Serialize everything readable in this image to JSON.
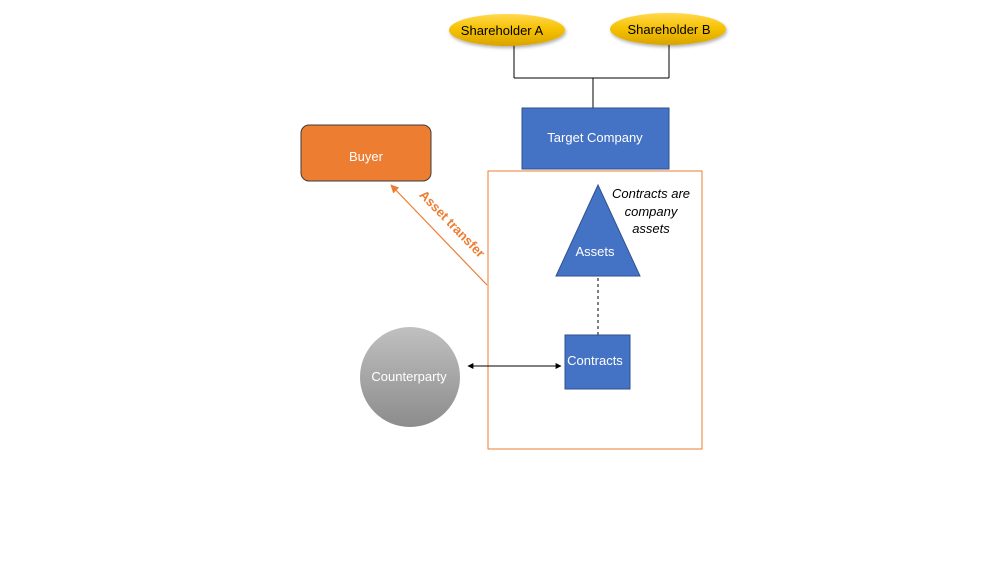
{
  "nodes": {
    "shareholder_a": "Shareholder A",
    "shareholder_b": "Shareholder B",
    "target_company": "Target Company",
    "buyer": "Buyer",
    "assets": "Assets",
    "contracts": "Contracts",
    "counterparty": "Counterparty"
  },
  "annotations": {
    "contracts_note": [
      "Contracts are",
      "company",
      "assets"
    ],
    "asset_transfer": "Asset transfer"
  },
  "colors": {
    "shareholder_fill": "#f5c000",
    "box_blue": "#4472c4",
    "box_blue_border": "#2f528f",
    "buyer_fill": "#ed7d31",
    "accent_orange": "#ed7d31",
    "counterparty_gray": "#a6a6a6"
  }
}
